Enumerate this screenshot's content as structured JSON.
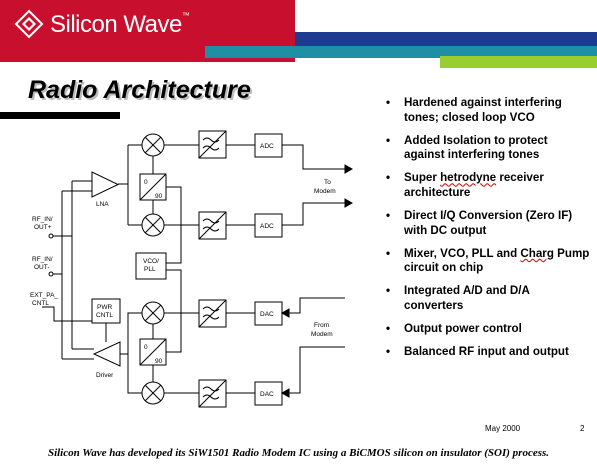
{
  "brand": {
    "name": "Silicon Wave",
    "trademark": "™",
    "red": "#c8102e",
    "navy": "#1f3a93",
    "teal": "#1f8fa6",
    "lime": "#9acd32"
  },
  "slide": {
    "title": "Radio Architecture",
    "bullets": [
      {
        "text": "Hardened against interfering tones; closed loop VCO"
      },
      {
        "text": "Added Isolation to protect against interfering tones"
      },
      {
        "pre": "Super ",
        "mark": "hetrodyne",
        "post": " receiver architecture"
      },
      {
        "text": "Direct I/Q Conversion (Zero IF) with DC output"
      },
      {
        "pre": "Mixer, VCO, PLL and ",
        "mark": "Charg",
        "post": " Pump circuit on chip"
      },
      {
        "text": "Integrated A/D and D/A converters"
      },
      {
        "text": "Output power control"
      },
      {
        "text": "Balanced RF input and output"
      }
    ],
    "date": "May 2000",
    "page": "2",
    "caption": "Silicon Wave has developed its SiW1501 Radio Modem IC using a BiCMOS silicon on insulator (SOI) process."
  },
  "diagram": {
    "rf_in_plus": [
      "RF_IN/",
      "OUT+"
    ],
    "rf_in_minus": [
      "RF_IN/",
      "OUT-"
    ],
    "ext_pa": [
      "EXT_PA_",
      "CNTL"
    ],
    "lna": "LNA",
    "driver": "Driver",
    "pwr_cntl": [
      "PWR",
      "CNTL"
    ],
    "vco_pll": [
      "VCO/",
      "PLL"
    ],
    "phase_0": "0",
    "phase_90": "90",
    "adc": "ADC",
    "dac": "DAC",
    "to_modem": [
      "To",
      "Modem"
    ],
    "from_modem": [
      "From",
      "Modem"
    ]
  }
}
